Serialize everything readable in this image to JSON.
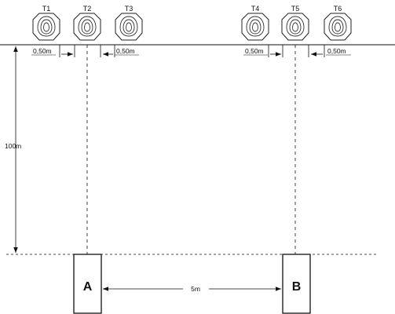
{
  "diagram": {
    "targets": [
      {
        "id": "T1"
      },
      {
        "id": "T2"
      },
      {
        "id": "T3"
      },
      {
        "id": "T4"
      },
      {
        "id": "T5"
      },
      {
        "id": "T6"
      }
    ],
    "spacing_labels": [
      "0,50m",
      "0,50m",
      "0,50m",
      "0,50m"
    ],
    "range_distance": "100m",
    "lane_distance": "5m",
    "positions": [
      {
        "label": "A"
      },
      {
        "label": "B"
      }
    ],
    "colors": {
      "ink": "#111111",
      "background": "#ffffff"
    }
  }
}
